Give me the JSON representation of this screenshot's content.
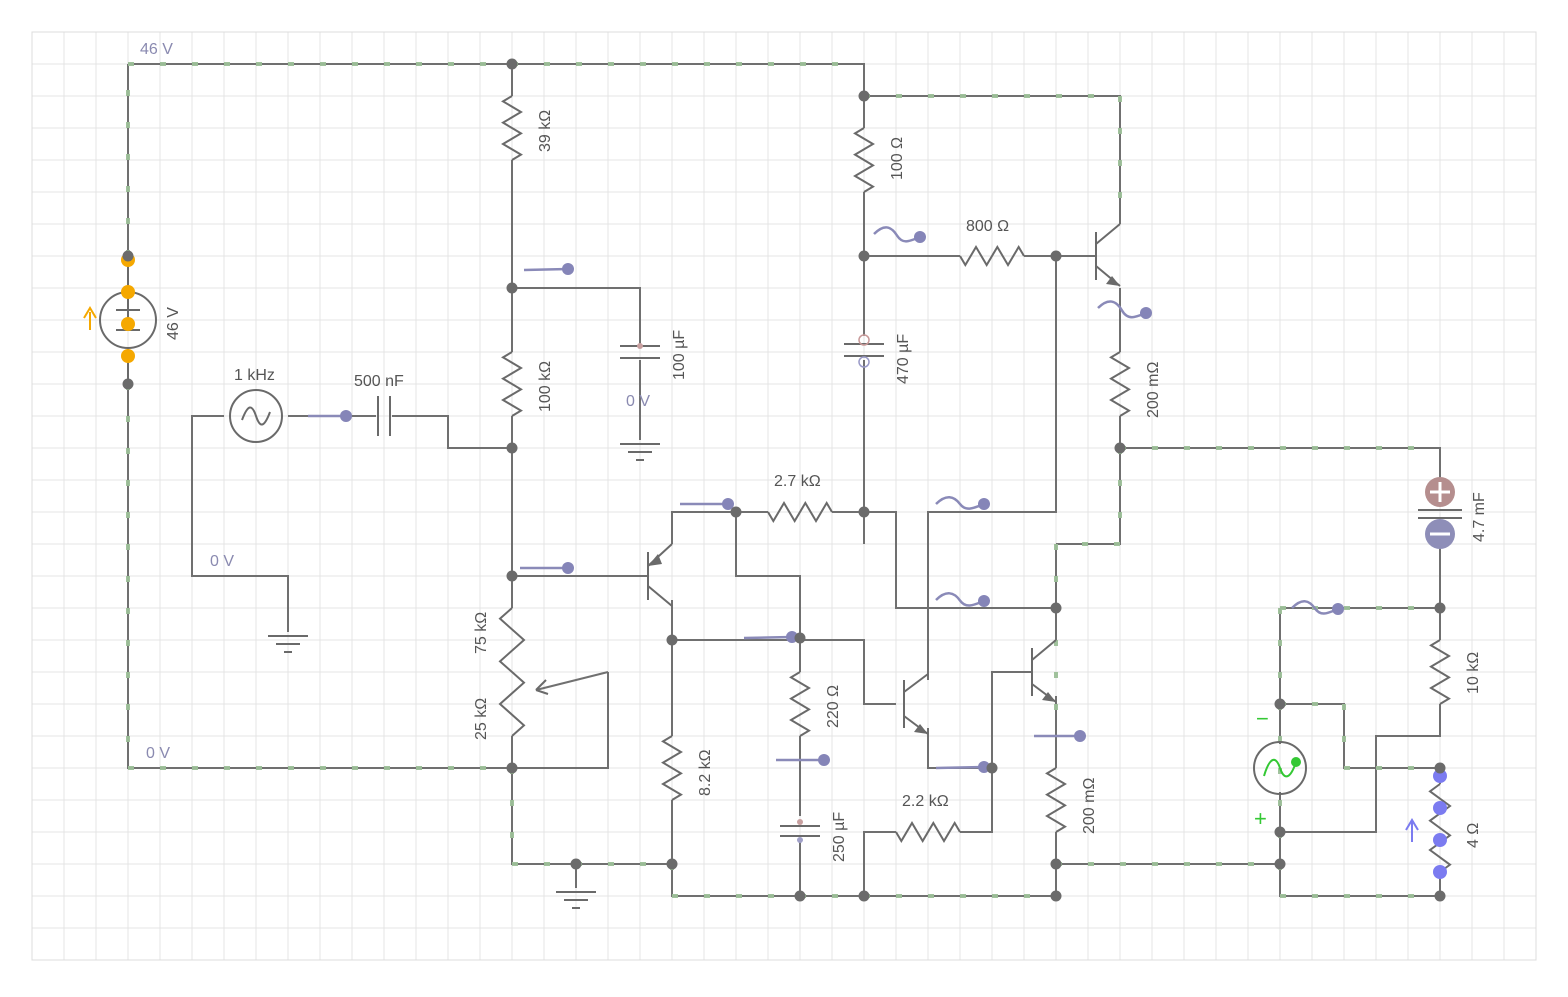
{
  "colors": {
    "wire": "#707070",
    "current_dots": "#9cbf98",
    "grid": "#e4e4e4",
    "probe": "#8585b8",
    "source_dots": "#f5a800",
    "load_dots": "#7b7bf0",
    "ac_wave": "#34c834"
  },
  "labels": {
    "rail_top": "46 V",
    "rail_bottom": "0 V",
    "dc_source": "46 V",
    "ac_freq": "1 kHz",
    "c_in": "500 nF",
    "r_39k": "39 kΩ",
    "r_100k": "100 kΩ",
    "c_100u": "100 µF",
    "gnd_0v_mid": "0 V",
    "gnd_0v_left": "0 V",
    "pot_top": "75 kΩ",
    "pot_bottom": "25 kΩ",
    "r_100": "100 Ω",
    "r_800": "800 Ω",
    "c_470u": "470 µF",
    "r_2k7": "2.7 kΩ",
    "r_220": "220 Ω",
    "r_8k2": "8.2 kΩ",
    "c_250u": "250 µF",
    "r_2k2": "2.2 kΩ",
    "r_200m_top": "200 mΩ",
    "r_200m_bottom": "200 mΩ",
    "c_4m7": "4.7 mF",
    "r_10k": "10 kΩ",
    "r_4": "4 Ω",
    "ac_minus": "−",
    "ac_plus": "+"
  }
}
